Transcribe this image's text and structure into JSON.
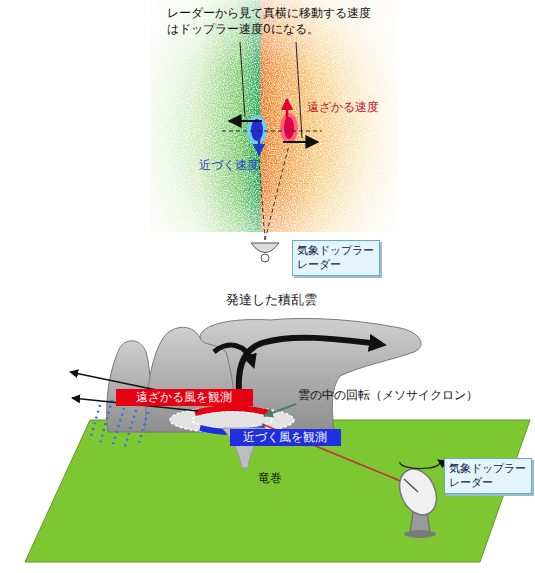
{
  "diagram": {
    "nodes": [
      {
        "text": [
          "気象ドップラーレーダー"
        ]
      },
      {
        "text": [
          "遠ざかる風を観測"
        ]
      },
      {
        "text": [
          "近づく風を観測"
        ]
      },
      {
        "text": [
          "気象ドップラーレーダー"
        ]
      }
    ],
    "labels": [
      "レーダーから見て真横に移動する速度はドップラー速度0になる。",
      "遠ざかる速度",
      "近づく速度",
      "発達した積乱雲",
      "雲の中の回転（メソサイクロン）",
      "竜巻"
    ]
  }
}
